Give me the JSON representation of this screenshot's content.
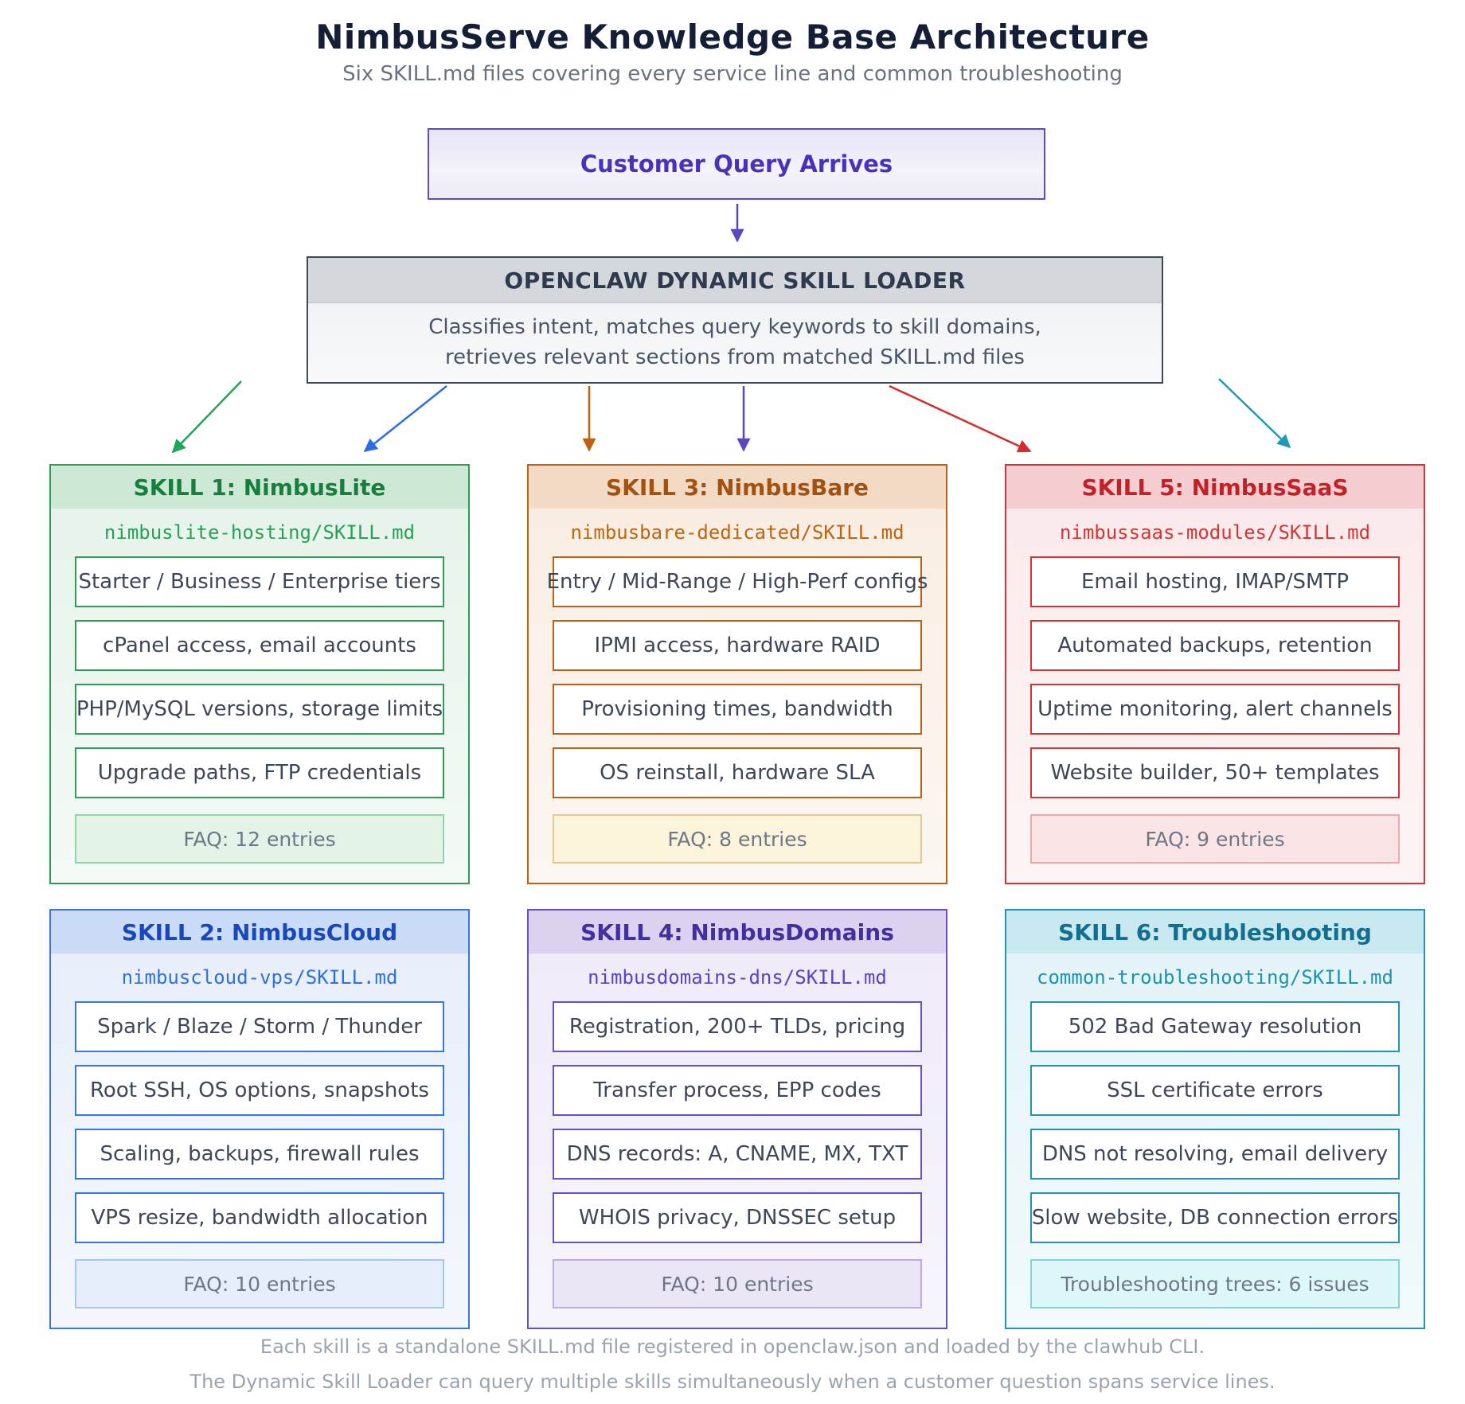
{
  "title": "NimbusServe Knowledge Base Architecture",
  "subtitle": "Six SKILL.md files covering every service line and common troubleshooting",
  "query": {
    "label": "Customer Query Arrives",
    "accent": "#5b4bbd"
  },
  "loader": {
    "title": "OPENCLAW DYNAMIC SKILL LOADER",
    "line1": "Classifies intent, matches query keywords to skill domains,",
    "line2": "retrieves relevant sections from matched SKILL.md files"
  },
  "skills": [
    {
      "title": "SKILL 1: NimbusLite",
      "path": "nimbuslite-hosting/SKILL.md",
      "items": [
        "Starter / Business / Enterprise tiers",
        "cPanel access, email accounts",
        "PHP/MySQL versions, storage limits",
        "Upgrade paths, FTP credentials"
      ],
      "faq": "FAQ: 12 entries",
      "accent": "#2e9e57"
    },
    {
      "title": "SKILL 3: NimbusBare",
      "path": "nimbusbare-dedicated/SKILL.md",
      "items": [
        "Entry / Mid-Range / High-Perf configs",
        "IPMI access, hardware RAID",
        "Provisioning times, bandwidth",
        "OS reinstall, hardware SLA"
      ],
      "faq": "FAQ: 8 entries",
      "accent": "#bf5f10"
    },
    {
      "title": "SKILL 5: NimbusSaaS",
      "path": "nimbussaas-modules/SKILL.md",
      "items": [
        "Email hosting, IMAP/SMTP",
        "Automated backups, retention",
        "Uptime monitoring, alert channels",
        "Website builder, 50+ templates"
      ],
      "faq": "FAQ: 9 entries",
      "accent": "#d63434"
    },
    {
      "title": "SKILL 2: NimbusCloud",
      "path": "nimbuscloud-vps/SKILL.md",
      "items": [
        "Spark / Blaze / Storm / Thunder",
        "Root SSH, OS options, snapshots",
        "Scaling, backups, firewall rules",
        "VPS resize, bandwidth allocation"
      ],
      "faq": "FAQ: 10 entries",
      "accent": "#3b74e6"
    },
    {
      "title": "SKILL 4: NimbusDomains",
      "path": "nimbusdomains-dns/SKILL.md",
      "items": [
        "Registration, 200+ TLDs, pricing",
        "Transfer process, EPP codes",
        "DNS records: A, CNAME, MX, TXT",
        "WHOIS privacy, DNSSEC setup"
      ],
      "faq": "FAQ: 10 entries",
      "accent": "#6a4ec8"
    },
    {
      "title": "SKILL 6: Troubleshooting",
      "path": "common-troubleshooting/SKILL.md",
      "items": [
        "502 Bad Gateway resolution",
        "SSL certificate errors",
        "DNS not resolving, email delivery",
        "Slow website, DB connection errors"
      ],
      "faq": "Troubleshooting trees: 6 issues",
      "accent": "#2395b2"
    }
  ],
  "arrow_colors": {
    "query_to_loader": "#5b48c0",
    "to_skill_1": "#1ea659",
    "to_skill_1b": "#2b6de4",
    "to_skill_3": "#c2610c",
    "to_skill_3b": "#5b48c0",
    "to_skill_5": "#d62b2b",
    "to_skill_5b": "#1f9ab8"
  },
  "footer": {
    "line1": "Each skill is a standalone SKILL.md file registered in openclaw.json and loaded by the clawhub CLI.",
    "line2": "The Dynamic Skill Loader can query multiple skills simultaneously when a customer question spans service lines."
  }
}
